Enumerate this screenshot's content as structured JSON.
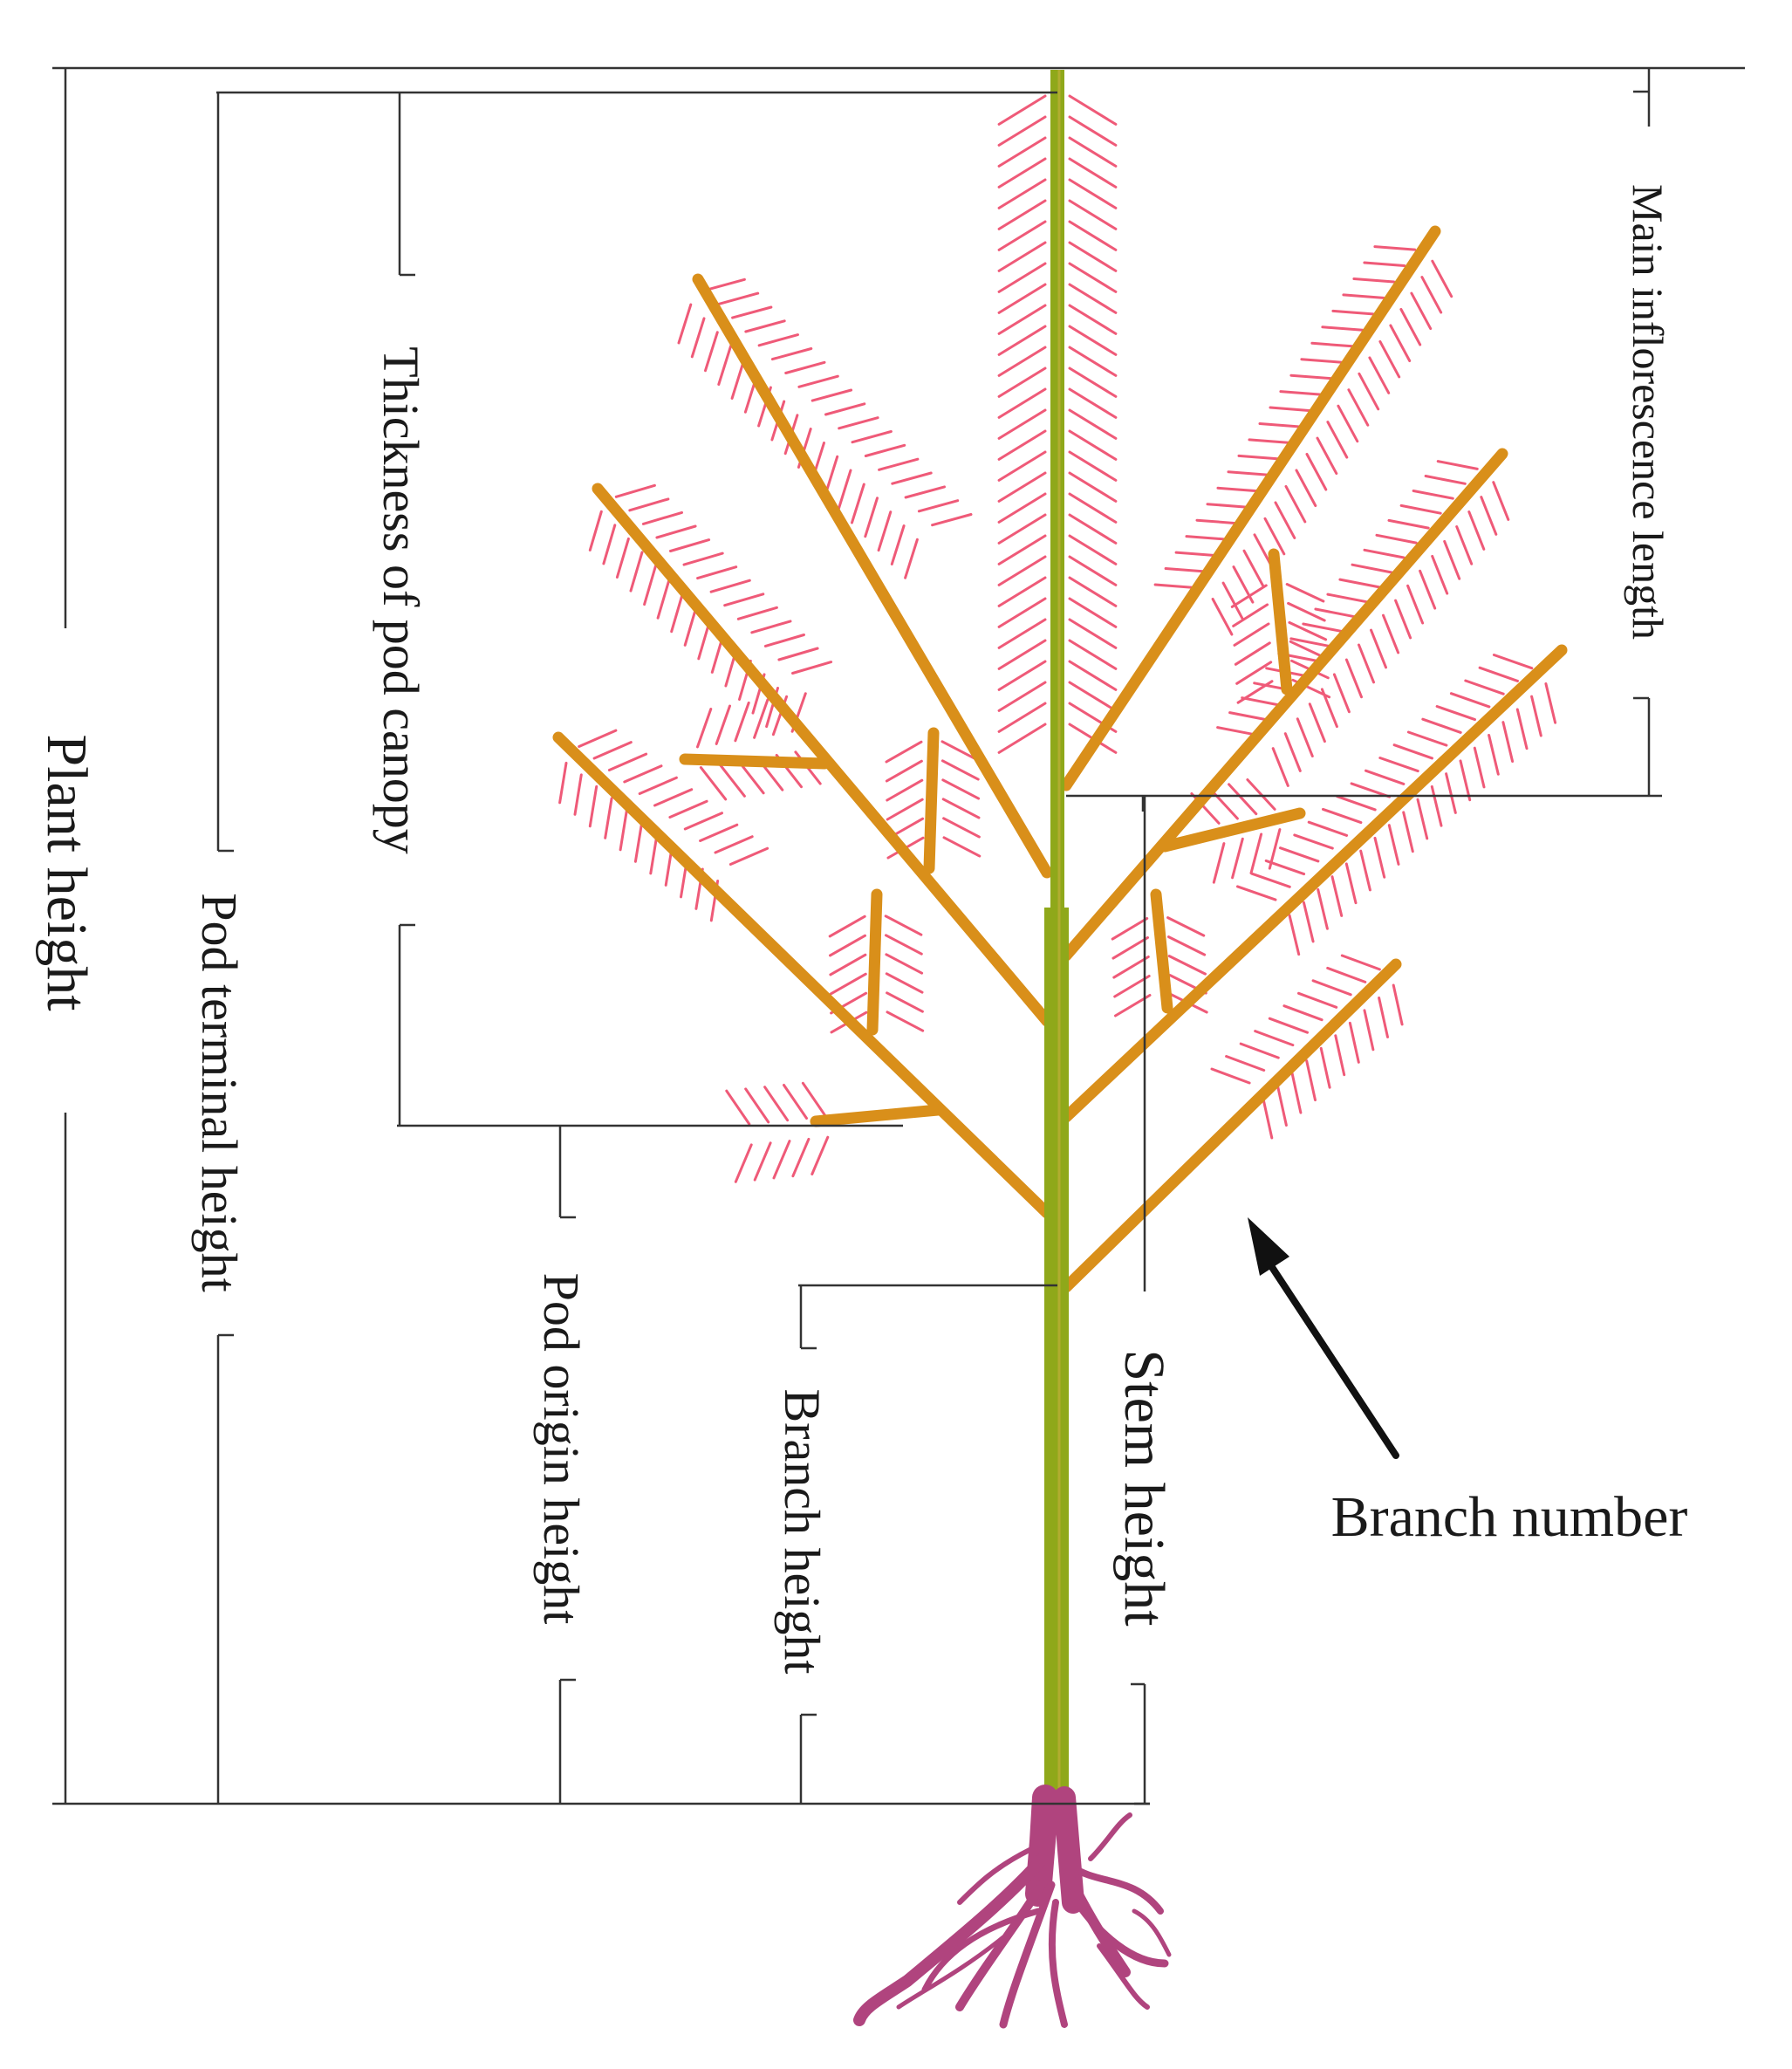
{
  "labels": {
    "plant_height": "Plant height",
    "pod_terminal_height": "Pod terminal height",
    "thickness_of_pod_canopy": "Thickness of pod canopy",
    "pod_origin_height": "Pod origin height",
    "branch_height": "Branch height",
    "stem_height": "Stem height",
    "main_inflorescence_length": "Main inflorescence length",
    "branch_number": "Branch number"
  },
  "colors": {
    "stem": "#8fa81a",
    "branch": "#d98f1a",
    "pod": "#ef5a78",
    "root": "#b0447e",
    "line": "#333333"
  }
}
